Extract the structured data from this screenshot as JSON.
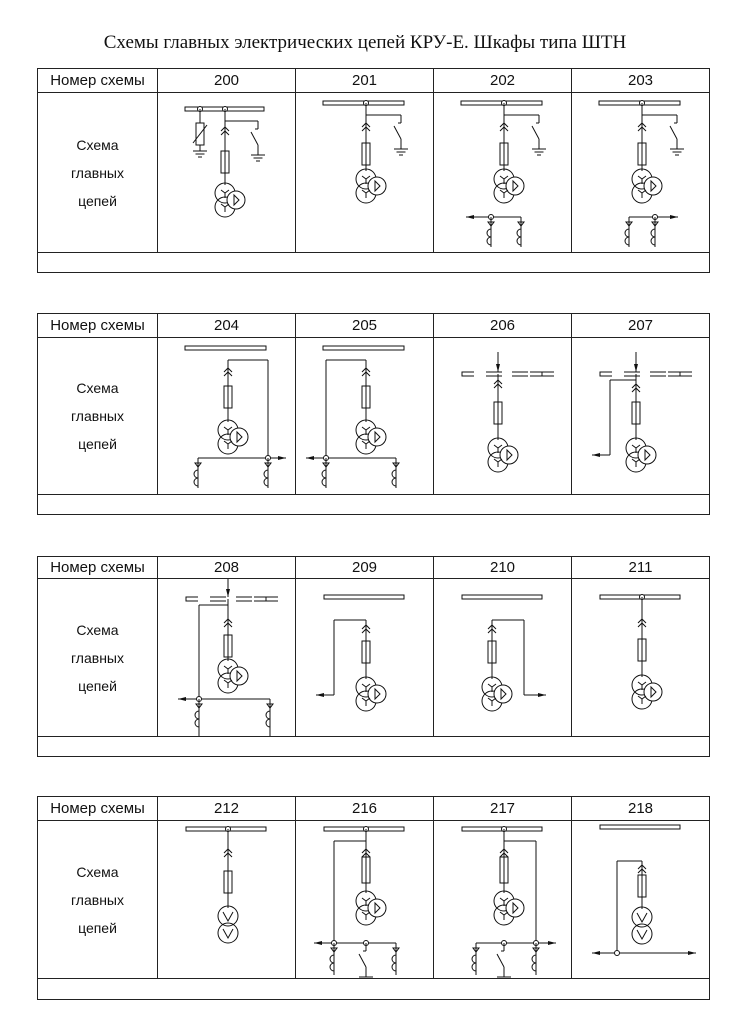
{
  "title": "Схемы главных электрических цепей КРУ-Е. Шкафы типа ШТН",
  "header_label": "Номер схемы",
  "row_label": [
    "Схема",
    "главных",
    "цепей"
  ],
  "tables": [
    {
      "schemes": [
        "200",
        "201",
        "202",
        "203"
      ]
    },
    {
      "schemes": [
        "204",
        "205",
        "206",
        "207"
      ]
    },
    {
      "schemes": [
        "208",
        "209",
        "210",
        "211"
      ]
    },
    {
      "schemes": [
        "212",
        "216",
        "217",
        "218"
      ]
    }
  ]
}
